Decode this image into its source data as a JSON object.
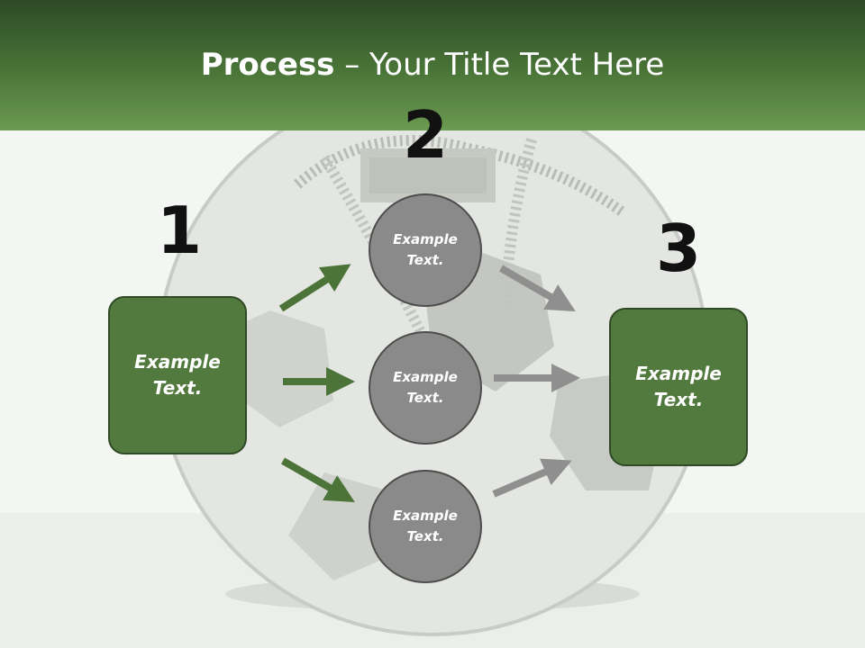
{
  "title": {
    "bold": "Process",
    "rest": " – Your Title Text Here"
  },
  "steps": [
    {
      "number": "1"
    },
    {
      "number": "2"
    },
    {
      "number": "3"
    }
  ],
  "left_box": {
    "text": "Example\nText."
  },
  "right_box": {
    "text": "Example\nText."
  },
  "circles": [
    {
      "text": "Example\nText."
    },
    {
      "text": "Example\nText."
    },
    {
      "text": "Example\nText."
    }
  ],
  "colors": {
    "green": "#537a3e",
    "gray": "#8a8a8a",
    "header": "#4a7538"
  }
}
